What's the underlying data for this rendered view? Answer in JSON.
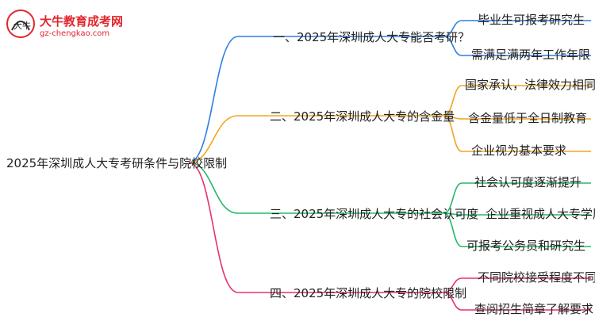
{
  "logo": {
    "name": "大牛教育成考网",
    "url": "gz-chengkao.com",
    "mark_text": "大牛"
  },
  "root": "2025年深圳成人大专考研条件与院校限制",
  "branches": [
    {
      "label": "一、2025年深圳成人大专能否考研？",
      "color": "#2f7fe0",
      "leaves": [
        "毕业生可报考研究生",
        "需满足满两年工作年限"
      ]
    },
    {
      "label": "二、2025年深圳成人大专的含金量",
      "color": "#f0a51e",
      "leaves": [
        "国家承认，法律效力相同",
        "含金量低于全日制教育",
        "企业视为基本要求"
      ]
    },
    {
      "label": "三、2025年深圳成人大专的社会认可度",
      "color": "#25b86a",
      "leaves": [
        "社会认可度逐渐提升",
        "企业重视成人大专学历",
        "可报考公务员和研究生"
      ]
    },
    {
      "label": "四、2025年深圳成人大专的院校限制",
      "color": "#e8306e",
      "leaves": [
        "不同院校接受程度不同",
        "查阅招生简章了解要求"
      ]
    }
  ]
}
